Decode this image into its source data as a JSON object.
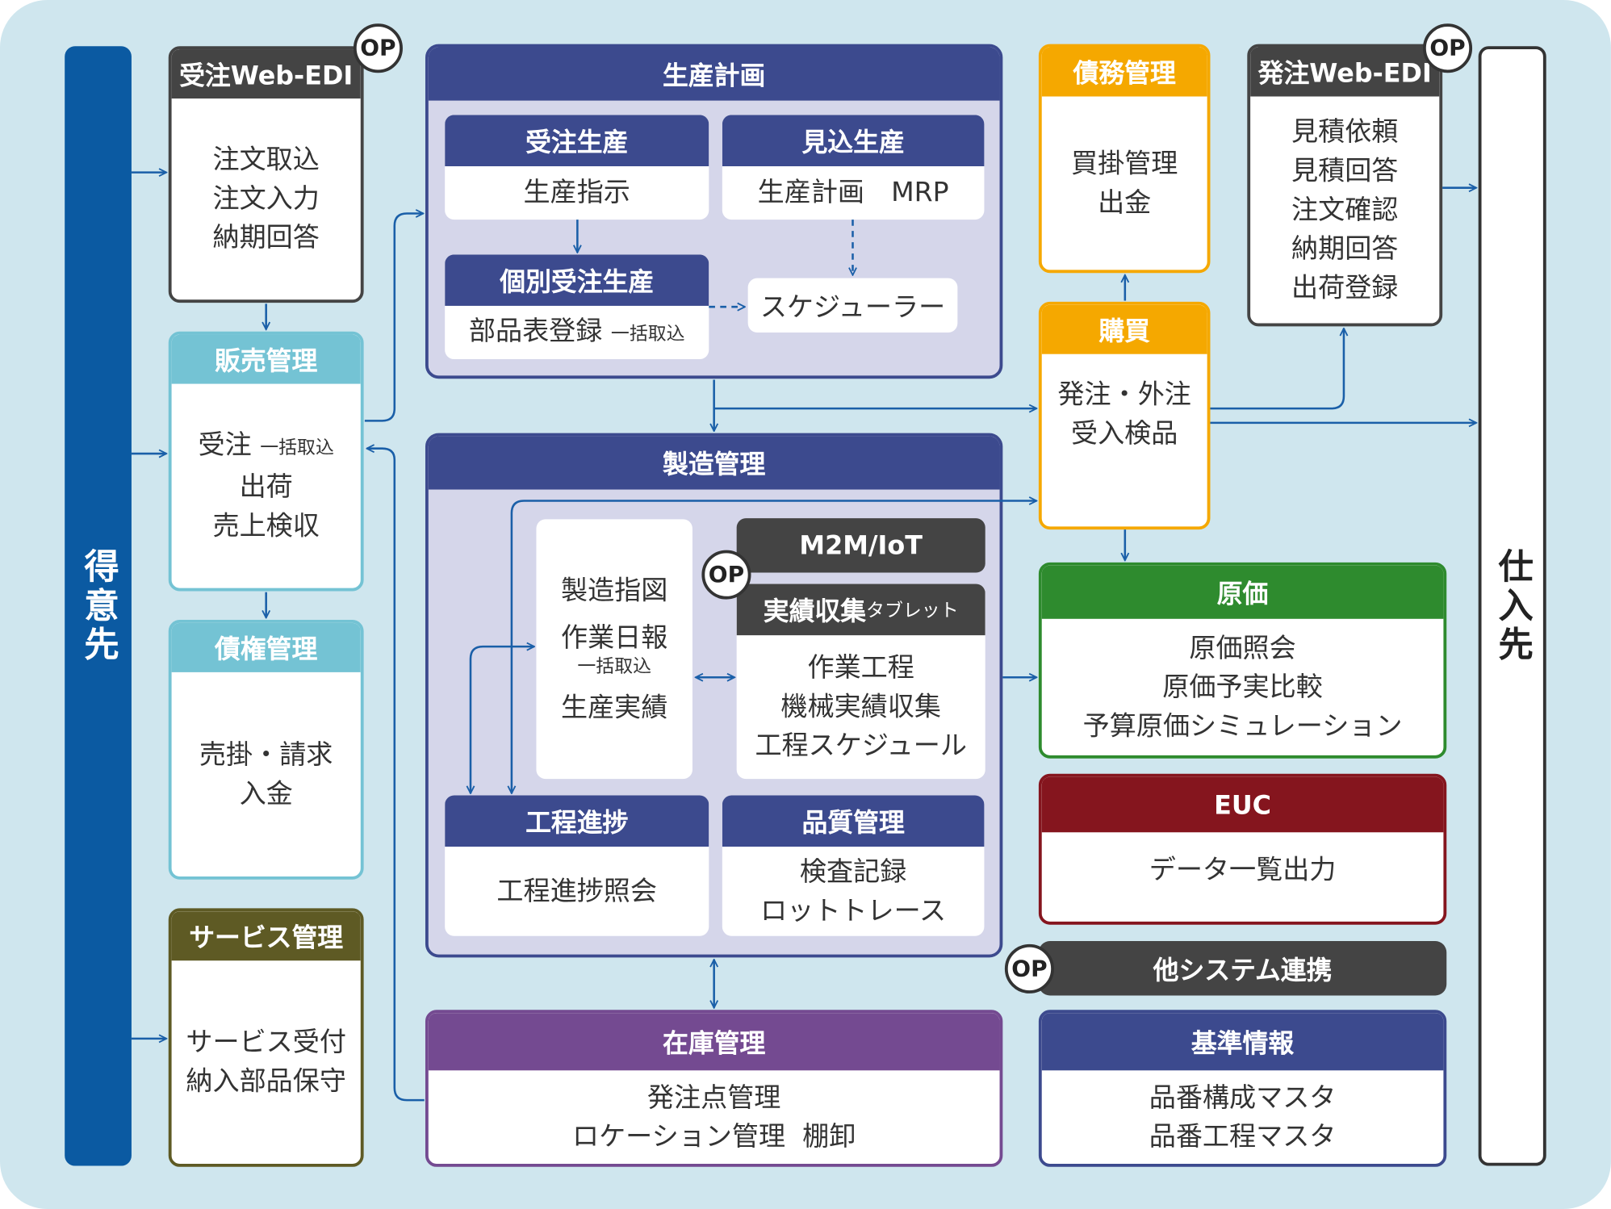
{
  "colors": {
    "background": "#cfe6ee",
    "navy": "#3c4a8e",
    "customer_bar": "#0b5aa2",
    "dark_gray": "#444444",
    "teal": "#74c3d4",
    "olive": "#5e5a24",
    "orange": "#f5a800",
    "purple": "#744a91",
    "green": "#2e8b2e",
    "dark_red": "#85151e",
    "arrow": "#1a5fa8"
  },
  "op_label": "OP",
  "customer": {
    "label": "得意先"
  },
  "supplier": {
    "label": "仕入先"
  },
  "order_edi": {
    "title": "受注Web-EDI",
    "lines": [
      "注文取込",
      "注文入力",
      "納期回答"
    ]
  },
  "sales": {
    "title": "販売管理",
    "line1": "受注",
    "line1_note": "一括取込",
    "lines": [
      "出荷",
      "売上検収"
    ]
  },
  "receivables": {
    "title": "債権管理",
    "lines": [
      "売掛・請求",
      "入金"
    ]
  },
  "service": {
    "title": "サービス管理",
    "lines": [
      "サービス受付",
      "納入部品保守"
    ]
  },
  "production_planning": {
    "title": "生産計画",
    "make_to_order": {
      "title": "受注生産",
      "text": "生産指示"
    },
    "make_to_stock": {
      "title": "見込生産",
      "text": "生産計画　MRP"
    },
    "individual_order": {
      "title": "個別受注生産",
      "text": "部品表登録",
      "note": "一括取込"
    },
    "scheduler": "スケジューラー"
  },
  "manufacturing": {
    "title": "製造管理",
    "docs": {
      "line1": "製造指図",
      "line2": "作業日報",
      "note": "一括取込",
      "line3": "生産実績"
    },
    "m2m": {
      "title": "M2M/IoT"
    },
    "results": {
      "title": "実績収集",
      "title_note": "タブレット",
      "lines": [
        "作業工程",
        "機械実績収集",
        "工程スケジュール"
      ]
    },
    "progress": {
      "title": "工程進捗",
      "text": "工程進捗照会"
    },
    "quality": {
      "title": "品質管理",
      "lines": [
        "検査記録",
        "ロットトレース"
      ]
    }
  },
  "inventory": {
    "title": "在庫管理",
    "lines": [
      "発注点管理",
      "ロケーション管理  棚卸"
    ]
  },
  "payables": {
    "title": "債務管理",
    "lines": [
      "買掛管理",
      "出金"
    ]
  },
  "purchasing": {
    "title": "購買",
    "lines": [
      "発注・外注",
      "受入検品"
    ]
  },
  "purchase_edi": {
    "title": "発注Web-EDI",
    "lines": [
      "見積依頼",
      "見積回答",
      "注文確認",
      "納期回答",
      "出荷登録"
    ]
  },
  "cost": {
    "title": "原価",
    "lines": [
      "原価照会",
      "原価予実比較",
      "予算原価シミュレーション"
    ]
  },
  "euc": {
    "title": "EUC",
    "lines": [
      "データ一覧出力"
    ]
  },
  "other_systems": {
    "title": "他システム連携"
  },
  "master": {
    "title": "基準情報",
    "lines": [
      "品番構成マスタ",
      "品番工程マスタ"
    ]
  }
}
